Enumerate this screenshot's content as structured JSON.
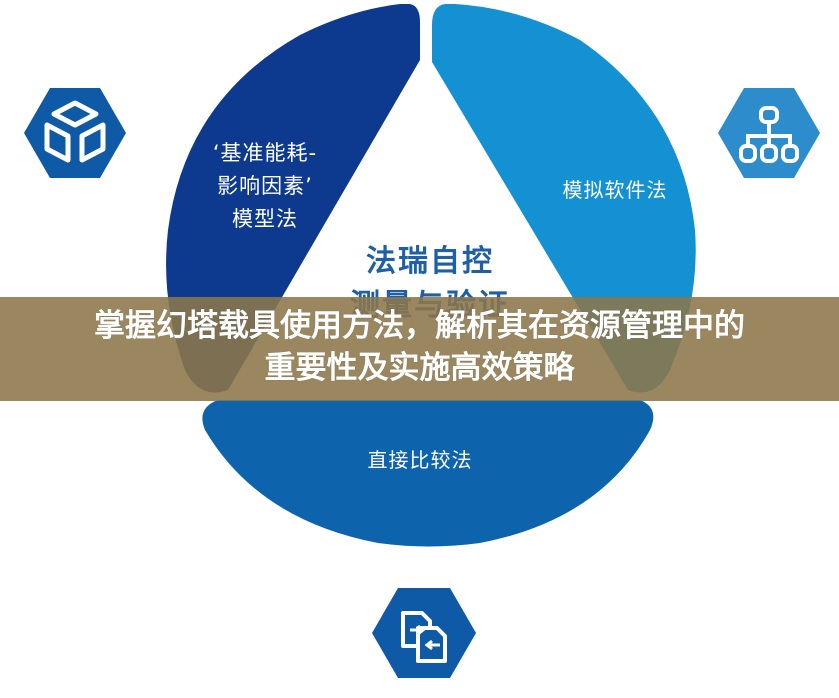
{
  "diagram": {
    "center_title_lines": [
      "法瑞自控",
      "测量与验证"
    ],
    "segments": [
      {
        "id": "left",
        "label_lines": [
          "‘基准能耗-",
          "影响因素’",
          "模型法"
        ],
        "color": "#0d3a8e"
      },
      {
        "id": "right",
        "label_lines": [
          "模拟软件法"
        ],
        "color": "#1391d2"
      },
      {
        "id": "bottom",
        "label_lines": [
          "直接比较法"
        ],
        "color": "#0e63ad"
      }
    ],
    "icons": [
      {
        "id": "left",
        "name": "cube-icon",
        "color": "#0e5aa7"
      },
      {
        "id": "right",
        "name": "hierarchy-icon",
        "color": "#2d8ccc"
      },
      {
        "id": "bottom",
        "name": "file-transfer-icon",
        "color": "#0e5aa7"
      }
    ]
  },
  "banner": {
    "title_lines": [
      "掌握幻塔载具使用方法，解析其在资源管理中的",
      "重要性及实施高效策略"
    ],
    "background": "#8c764a"
  }
}
